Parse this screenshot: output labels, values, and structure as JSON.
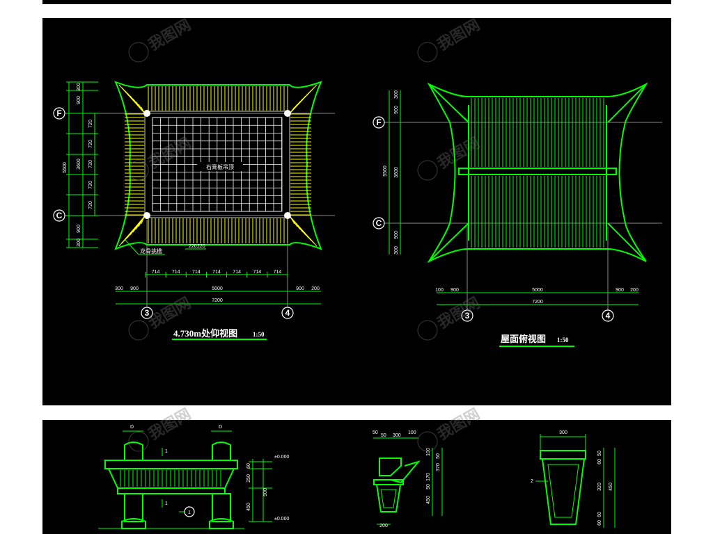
{
  "plan_left": {
    "title": "4.730m处仰视图",
    "scale": "1:50",
    "ceiling_label": "石膏板吊顶",
    "note_label": "龙骨挑檐",
    "axis_rows": [
      "F",
      "C"
    ],
    "axis_cols": [
      "3",
      "4"
    ],
    "left_dims": [
      "300",
      "900",
      "720",
      "720",
      "720",
      "720",
      "720",
      "900",
      "300"
    ],
    "left_total": "5500",
    "left_sub": "3600",
    "top_small_dims": [
      "220",
      "220"
    ],
    "bay_dims": [
      "714",
      "714",
      "714",
      "714",
      "714",
      "714",
      "714"
    ],
    "bottom_dims": [
      "300",
      "900",
      "5000",
      "900",
      "200"
    ],
    "bottom_total": "7200"
  },
  "plan_right": {
    "title": "屋面俯视图",
    "scale": "1:50",
    "axis_rows": [
      "F",
      "C"
    ],
    "axis_cols": [
      "3",
      "4"
    ],
    "left_dims": [
      "300",
      "900",
      "3600",
      "900",
      "300"
    ],
    "left_total": "5500",
    "bottom_dims": [
      "100",
      "900",
      "5000",
      "900",
      "200"
    ],
    "bottom_total": "7200"
  },
  "detail_bench": {
    "marks": [
      "D",
      "D"
    ],
    "callouts": [
      "1",
      "1"
    ],
    "section_tag": "1",
    "right_dims": [
      "60",
      "250",
      "450"
    ],
    "right_total": "900",
    "level_top": "±0.000",
    "level_bottom": "±0.000"
  },
  "detail_section": {
    "top_dims": [
      "50",
      "50",
      "300",
      "100"
    ],
    "right_dims": [
      "100",
      "50",
      "370",
      "170",
      "50",
      "450"
    ],
    "bottom_dim": "200"
  },
  "detail_post": {
    "top_dim": "300",
    "tag": "2",
    "right_dims": [
      "50",
      "60",
      "320",
      "60",
      "60"
    ],
    "right_total": "450"
  },
  "watermark": "我图网"
}
